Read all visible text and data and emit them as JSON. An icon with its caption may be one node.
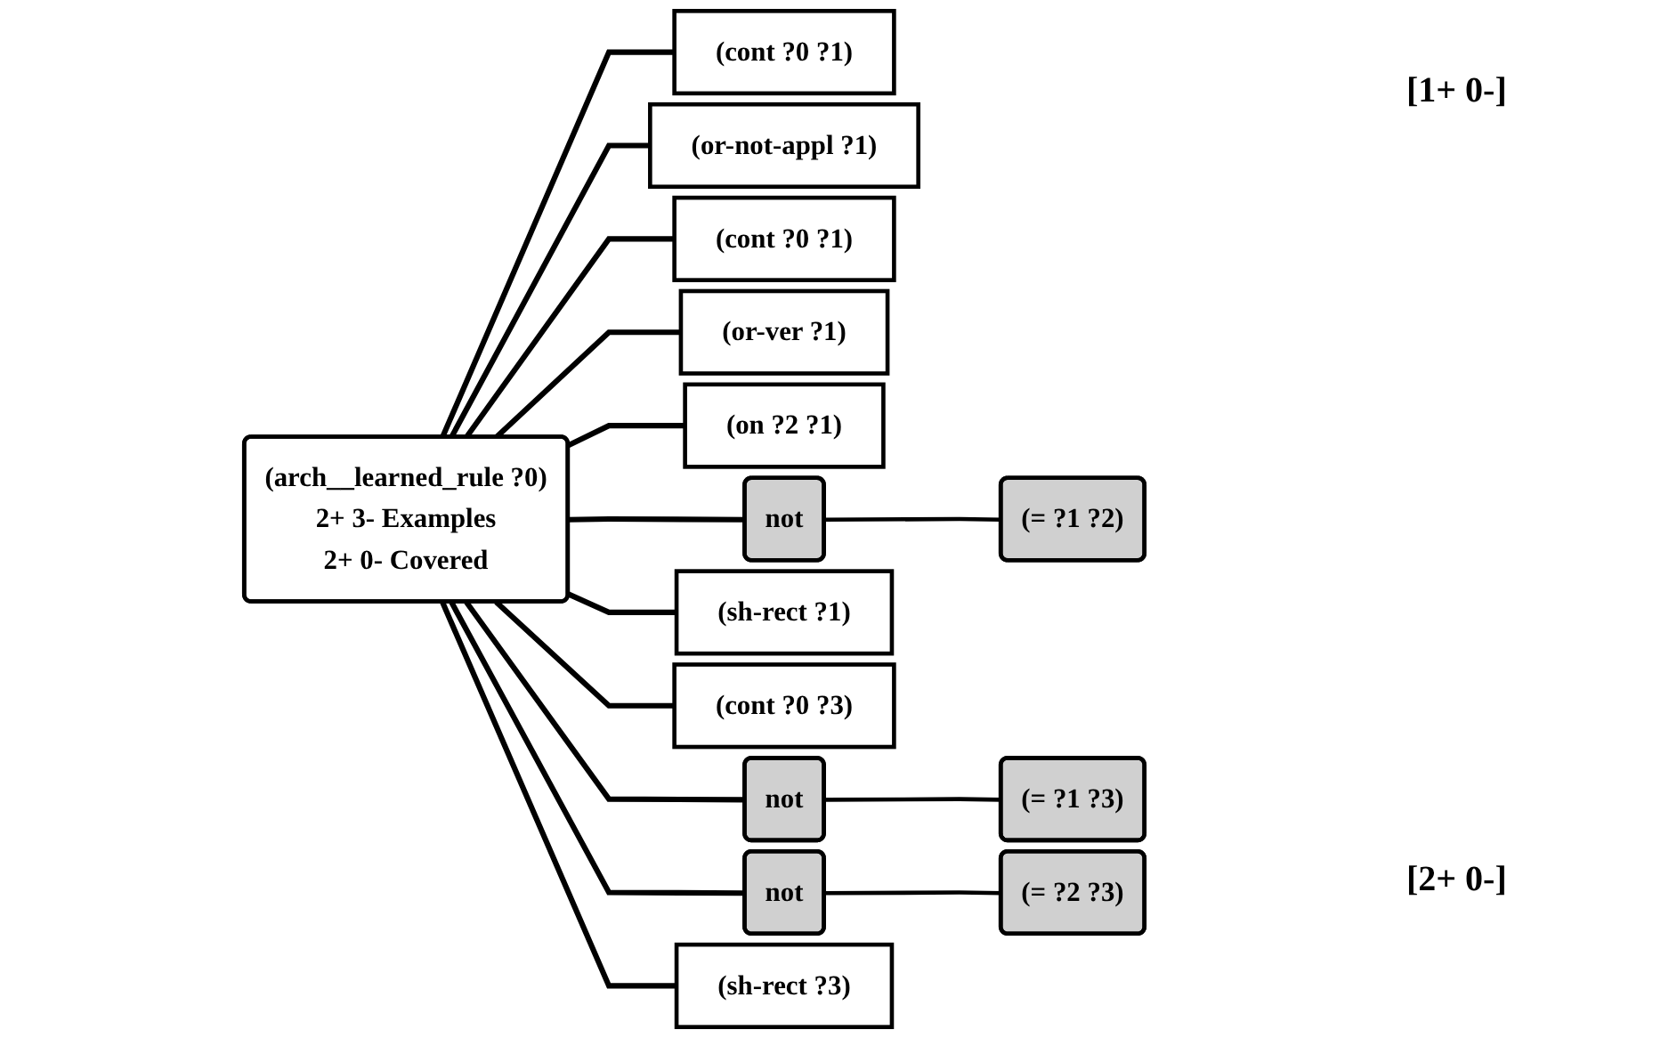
{
  "diagram": {
    "nodes": [
      {
        "text": [
          "(arch__learned_rule ?0)",
          "2+ 3- Examples",
          "2+ 0- Covered"
        ]
      },
      {
        "text": [
          "(cont ?0 ?1)"
        ]
      },
      {
        "text": [
          "(or-not-appl ?1)"
        ]
      },
      {
        "text": [
          "(cont ?0 ?1)"
        ]
      },
      {
        "text": [
          "(or-ver ?1)"
        ]
      },
      {
        "text": [
          "(on ?2 ?1)"
        ]
      },
      {
        "text": [
          "not"
        ]
      },
      {
        "text": [
          "(= ?1 ?2)"
        ]
      },
      {
        "text": [
          "(sh-rect ?1)"
        ]
      },
      {
        "text": [
          "(cont ?0 ?3)"
        ]
      },
      {
        "text": [
          "not"
        ]
      },
      {
        "text": [
          "(= ?1 ?3)"
        ]
      },
      {
        "text": [
          "not"
        ]
      },
      {
        "text": [
          "(= ?2 ?3)"
        ]
      },
      {
        "text": [
          "(sh-rect ?3)"
        ]
      }
    ],
    "labels": [
      "[1+ 0-]",
      "[2+ 0-]"
    ],
    "edges": [
      {
        "from": 0,
        "to": 1,
        "arrow": "none"
      },
      {
        "from": 0,
        "to": 2,
        "arrow": "none"
      },
      {
        "from": 0,
        "to": 3,
        "arrow": "none"
      },
      {
        "from": 0,
        "to": 4,
        "arrow": "none"
      },
      {
        "from": 0,
        "to": 5,
        "arrow": "none"
      },
      {
        "from": 0,
        "to": 6,
        "arrow": "none"
      },
      {
        "from": 6,
        "to": 7,
        "arrow": "none"
      },
      {
        "from": 0,
        "to": 8,
        "arrow": "none"
      },
      {
        "from": 0,
        "to": 9,
        "arrow": "none"
      },
      {
        "from": 0,
        "to": 10,
        "arrow": "none"
      },
      {
        "from": 10,
        "to": 11,
        "arrow": "none"
      },
      {
        "from": 0,
        "to": 12,
        "arrow": "none"
      },
      {
        "from": 12,
        "to": 13,
        "arrow": "none"
      },
      {
        "from": 0,
        "to": 14,
        "arrow": "none"
      }
    ]
  }
}
